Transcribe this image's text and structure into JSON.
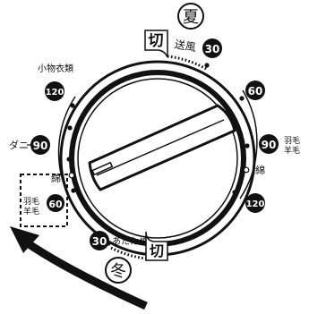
{
  "season": {
    "summer_char": "夏",
    "winter_char": "冬"
  },
  "top": {
    "off_label": "切",
    "mode_label": "送風",
    "minutes": "30"
  },
  "bottom": {
    "off_label": "切",
    "mode_label": "あたため",
    "minutes": "30"
  },
  "left": {
    "small_clothes_label": "小物衣類",
    "small_clothes_minutes": "120",
    "mite_label": "ダニ",
    "mite_minutes": "90",
    "cotton_label": "綿",
    "down_wool_label": "羽毛\n羊毛",
    "down_wool_minutes": "60"
  },
  "right": {
    "minutes_a": "60",
    "down_wool_label": "羽毛\n羊毛",
    "minutes_b": "90",
    "cotton_label": "綿",
    "minutes_c": "120"
  },
  "colors": {
    "ink": "#111111",
    "badge": "#111111",
    "badge_text": "#ffffff",
    "background": "#ffffff"
  }
}
